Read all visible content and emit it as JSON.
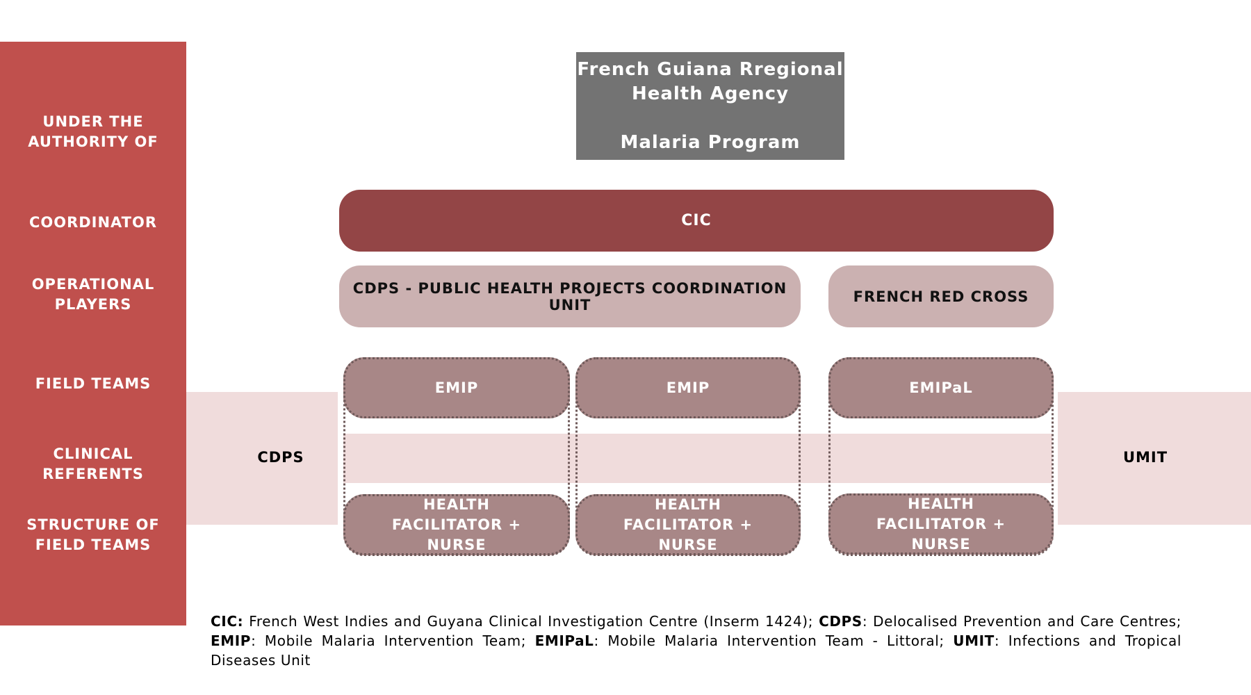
{
  "row_labels": {
    "authority": "UNDER THE AUTHORITY OF",
    "coordinator": "COORDINATOR",
    "operational": "OPERATIONAL PLAYERS",
    "field_teams": "FIELD TEAMS",
    "clinical": "CLINICAL REFERENTS",
    "structure": "STRUCTURE OF FIELD TEAMS"
  },
  "authority": {
    "line1": "French Guiana Rregional",
    "line2": "Health Agency",
    "line3": "Malaria Program"
  },
  "coordinator": "CIC",
  "operational": {
    "left": "CDPS - PUBLIC HEALTH PROJECTS COORDINATION UNIT",
    "right": "FRENCH RED CROSS"
  },
  "field_teams": [
    "EMIP",
    "EMIP",
    "EMIPaL"
  ],
  "structure": [
    "HEALTH FACILITATOR + NURSE",
    "HEALTH FACILITATOR + NURSE",
    "HEALTH FACILITATOR + NURSE"
  ],
  "clinical": {
    "left": "CDPS",
    "right": "UMIT"
  },
  "footnote": [
    {
      "abbr": "CIC:",
      "text": " French West Indies and Guyana Clinical Investigation Centre (Inserm 1424); "
    },
    {
      "abbr": "CDPS",
      "text": ": Delocalised Prevention and Care Centres; "
    },
    {
      "abbr": "EMIP",
      "text": ": Mobile Malaria Intervention Team; "
    },
    {
      "abbr": "EMIPaL",
      "text": ": Mobile Malaria Intervention Team - Littoral; "
    },
    {
      "abbr": "UMIT",
      "text": ": Infections and Tropical Diseases Unit"
    }
  ],
  "colors": {
    "sidebar": "#c0504d",
    "authority_box": "#737373",
    "coordinator": "#934546",
    "operational": "#cbb1b1",
    "team": "#a88787",
    "band": "#f0dcdc"
  }
}
